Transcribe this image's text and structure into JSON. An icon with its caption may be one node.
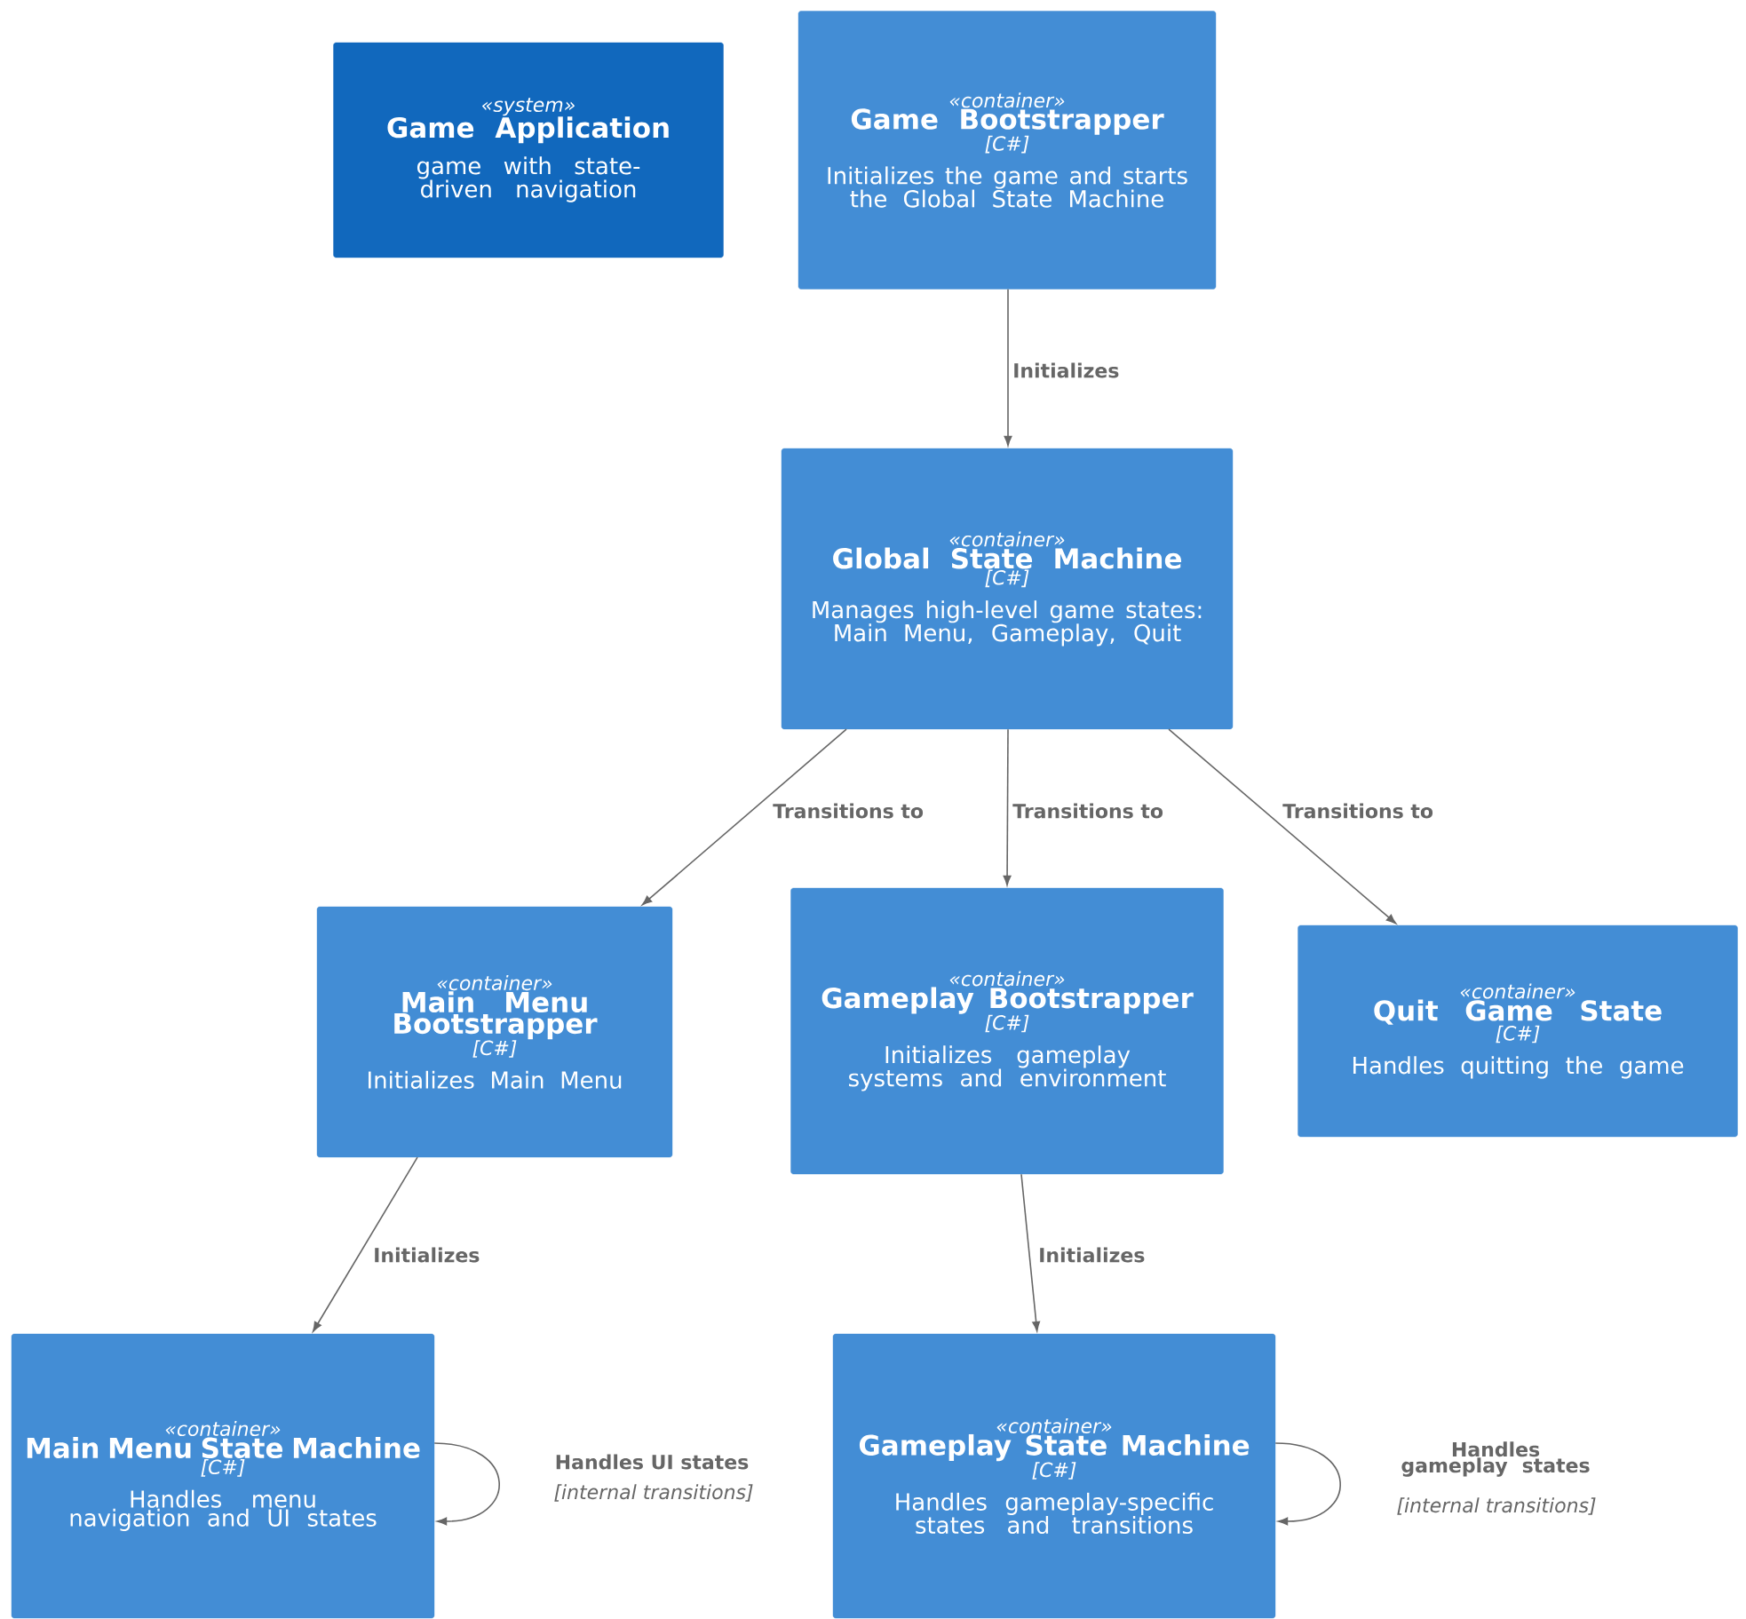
{
  "diagram": {
    "nodes": [
      {
        "text": [
          "«system»",
          "Game Application",
          "game with state-driven navigation"
        ]
      },
      {
        "text": [
          "«container»",
          "Game Bootstrapper",
          "[C#]",
          "Initializes the game and starts the Global State Machine"
        ]
      },
      {
        "text": [
          "«container»",
          "Global State Machine",
          "[C#]",
          "Manages high-level game states: Main Menu, Gameplay, Quit"
        ]
      },
      {
        "text": [
          "«container»",
          "Main Menu Bootstrapper",
          "[C#]",
          "Initializes Main Menu"
        ]
      },
      {
        "text": [
          "«container»",
          "Gameplay Bootstrapper",
          "[C#]",
          "Initializes gameplay systems and environment"
        ]
      },
      {
        "text": [
          "«container»",
          "Quit Game State",
          "[C#]",
          "Handles quitting the game"
        ]
      },
      {
        "text": [
          "«container»",
          "Main Menu State Machine",
          "[C#]",
          "Handles menu navigation and UI states"
        ]
      },
      {
        "text": [
          "«container»",
          "Gameplay State Machine",
          "[C#]",
          "Handles gameplay-specific states and transitions"
        ]
      }
    ],
    "edges": [
      {
        "from": 1,
        "to": 2,
        "arrow": "to",
        "label": "Initializes"
      },
      {
        "from": 2,
        "to": 3,
        "arrow": "to",
        "label": "Transitions to"
      },
      {
        "from": 2,
        "to": 4,
        "arrow": "to",
        "label": "Transitions to"
      },
      {
        "from": 2,
        "to": 5,
        "arrow": "to",
        "label": "Transitions to"
      },
      {
        "from": 3,
        "to": 6,
        "arrow": "to",
        "label": "Initializes"
      },
      {
        "from": 4,
        "to": 7,
        "arrow": "to",
        "label": "Initializes"
      },
      {
        "from": 6,
        "to": 6,
        "arrow": "to",
        "label": "Handles UI states"
      },
      {
        "from": 7,
        "to": 7,
        "arrow": "to",
        "label": "Handles gameplay states"
      }
    ],
    "labels": [
      "[internal transitions]",
      "[internal transitions]"
    ]
  }
}
